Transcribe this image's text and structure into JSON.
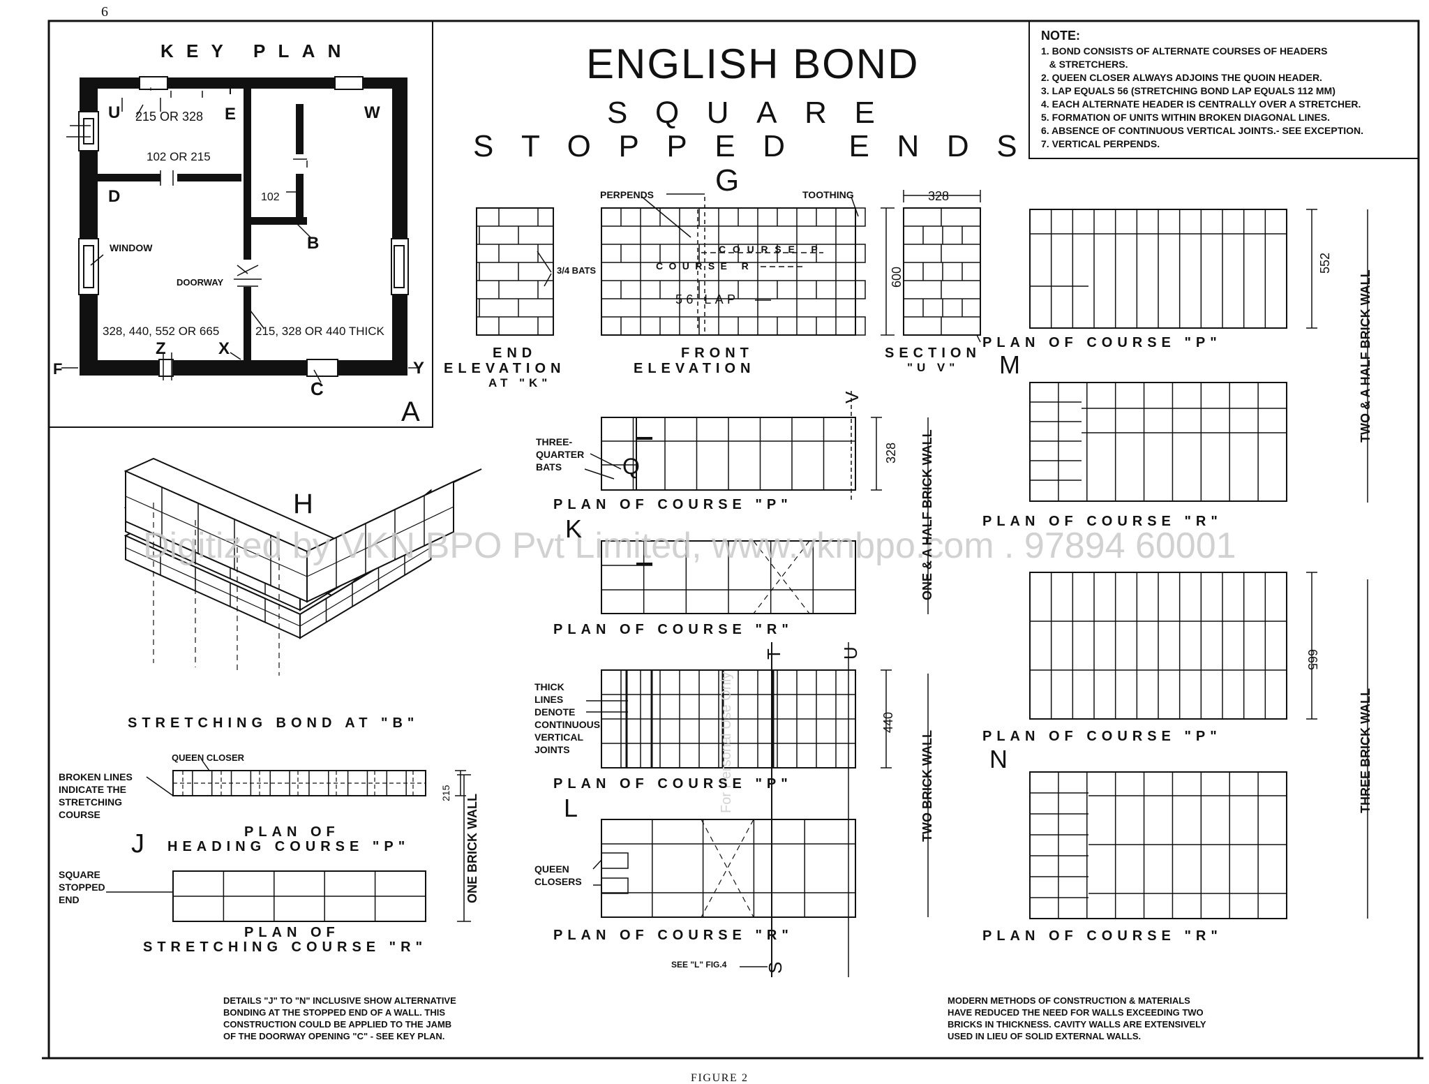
{
  "page_number": "6",
  "title": "ENGLISH BOND",
  "subtitle_1": "SQUARE",
  "subtitle_2": "STOPPED ENDS",
  "figure_caption": "FIGURE 2",
  "watermark": "Digitized by VKN BPO Pvt Limited, www.vknbpo.com . 97894 60001",
  "watermark_vertical": "For Personal Use Only",
  "notes": {
    "heading": "NOTE:",
    "items": [
      "1. BOND CONSISTS OF ALTERNATE COURSES OF HEADERS",
      "   & STRETCHERS.",
      "2. QUEEN CLOSER ALWAYS ADJOINS THE QUOIN HEADER.",
      "3. LAP EQUALS 56 (STRETCHING BOND LAP EQUALS 112 MM)",
      "4. EACH ALTERNATE HEADER IS CENTRALLY OVER A STRETCHER.",
      "5. FORMATION OF UNITS WITHIN BROKEN DIAGONAL LINES.",
      "6. ABSENCE OF CONTINUOUS VERTICAL JOINTS.- SEE EXCEPTION.",
      "7. VERTICAL PERPENDS."
    ]
  },
  "key_plan": {
    "title": "KEY PLAN",
    "letter": "A",
    "labels": {
      "u": "U",
      "e": "E",
      "w": "W",
      "d": "D",
      "b": "B",
      "f": "F",
      "z": "Z",
      "x": "X",
      "y": "Y",
      "c": "C",
      "dim_top": "215 OR 328",
      "dim_mid": "102 OR 215",
      "dim_102": "102",
      "window": "WINDOW",
      "doorway": "DOORWAY",
      "dim_wall": "328, 440, 552 OR 665",
      "dim_thick": "215, 328 OR 440 THICK"
    }
  },
  "g_section": {
    "letter": "G",
    "perpends": "PERPENDS",
    "toothing": "TOOTHING",
    "bats": "3/4 BATS",
    "course_p": "COURSE P",
    "course_r": "COURSE R",
    "lap": "56 LAP",
    "dim_328": "328",
    "dim_600": "600",
    "end_elev_1": "END",
    "end_elev_2": "ELEVATION",
    "end_elev_3": "AT \"K\"",
    "front_elev_1": "FRONT",
    "front_elev_2": "ELEVATION",
    "section_1": "SECTION",
    "section_2": "\"U V\""
  },
  "h_section": {
    "letter": "H",
    "caption": "STRETCHING BOND AT \"B\""
  },
  "j_section": {
    "letter": "J",
    "broken_lines": "BROKEN LINES\nINDICATE THE\nSTRETCHING\nCOURSE",
    "queen_closer": "QUEEN CLOSER",
    "dim_215": "215",
    "heading_1": "PLAN OF",
    "heading_2": "HEADING COURSE \"P\"",
    "square_stopped": "SQUARE\nSTOPPED\nEND",
    "stretching_1": "PLAN OF",
    "stretching_2": "STRETCHING COURSE \"R\"",
    "wall": "ONE BRICK WALL"
  },
  "k_section": {
    "letter": "K",
    "q": "Q",
    "v": "V",
    "three_quarter": "THREE-\nQUARTER\nBATS",
    "dim_328": "328",
    "plan_p": "PLAN OF COURSE \"P\"",
    "plan_r": "PLAN OF COURSE \"R\"",
    "wall": "ONE & A HALF BRICK WALL"
  },
  "l_section": {
    "letter": "L",
    "t": "T",
    "u": "U",
    "s": "S",
    "thick_lines": "THICK\nLINES\nDENOTE\nCONTINUOUS\nVERTICAL\nJOINTS",
    "queen_closers": "QUEEN\nCLOSERS",
    "dim_440": "440",
    "plan_p": "PLAN OF COURSE \"P\"",
    "plan_r": "PLAN OF COURSE \"R\"",
    "see_ref": "SEE \"L\" FIG.4",
    "wall": "TWO BRICK WALL"
  },
  "m_section": {
    "letter": "M",
    "dim_552": "552",
    "plan_p": "PLAN OF COURSE \"P\"",
    "plan_r": "PLAN OF COURSE \"R\"",
    "wall": "TWO & A HALF BRICK WALL"
  },
  "n_section": {
    "letter": "N",
    "dim_665": "665",
    "plan_p": "PLAN OF COURSE \"P\"",
    "plan_r": "PLAN OF COURSE \"R\"",
    "wall": "THREE BRICK WALL"
  },
  "footnote_left": "DETAILS \"J\" TO \"N\" INCLUSIVE SHOW ALTERNATIVE\nBONDING AT THE STOPPED END OF A WALL. THIS\nCONSTRUCTION COULD BE APPLIED TO THE JAMB\nOF THE DOORWAY OPENING \"C\" - SEE KEY PLAN.",
  "footnote_right": "MODERN METHODS OF CONSTRUCTION & MATERIALS\nHAVE REDUCED THE NEED FOR WALLS EXCEEDING TWO\nBRICKS IN THICKNESS. CAVITY WALLS ARE EXTENSIVELY\nUSED IN LIEU OF SOLID EXTERNAL WALLS."
}
